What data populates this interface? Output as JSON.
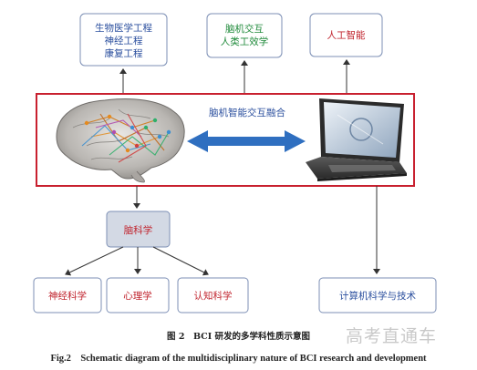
{
  "top_boxes": {
    "biomedical": [
      "生物医学工程",
      "神经工程",
      "康复工程"
    ],
    "bci_ergonomics": [
      "脑机交互",
      "人类工效学"
    ],
    "ai": "人工智能"
  },
  "center": {
    "fusion_label": "脑机智能交互融合"
  },
  "mid_box": "脑科学",
  "bottom_boxes": {
    "neuroscience": "神经科学",
    "psychology": "心理学",
    "cognitive": "认知科学",
    "computer_science": "计算机科学与技术"
  },
  "caption": {
    "cn": "图 2　BCI 研发的多学科性质示意图",
    "en": "Fig.2　Schematic diagram of the multidisciplinary nature of BCI research and development"
  },
  "watermark": "高考直通车",
  "colors": {
    "border_red": "#c8202f",
    "arrow_blue": "#2f6fc0",
    "text_blue": "#2b4f9e",
    "text_green": "#1f8a3a",
    "text_red": "#c0242e",
    "box_gray_fill": "#d3d9e4",
    "box_border": "#7c8fb5"
  }
}
